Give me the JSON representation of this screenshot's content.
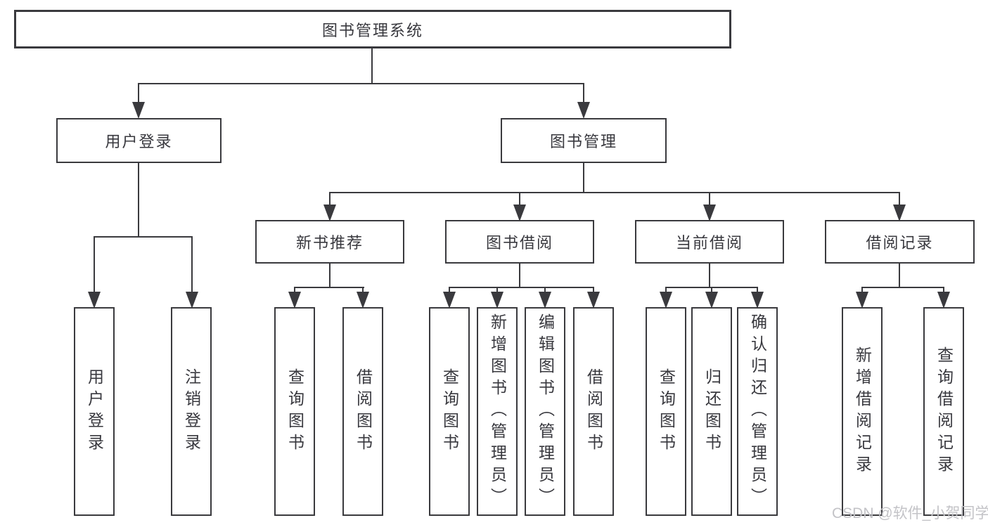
{
  "diagram": {
    "root": {
      "label": "图书管理系统"
    },
    "level2": [
      {
        "label": "用户登录"
      },
      {
        "label": "图书管理"
      }
    ],
    "level3": [
      {
        "label": "新书推荐"
      },
      {
        "label": "图书借阅"
      },
      {
        "label": "当前借阅"
      },
      {
        "label": "借阅记录"
      }
    ],
    "leaves": {
      "user_login": [
        "用户登录",
        "注销登录"
      ],
      "new_books": [
        "查询图书",
        "借阅图书"
      ],
      "book_borrow": [
        "查询图书",
        "新增图书（管理员）",
        "编辑图书（管理员）",
        "借阅图书"
      ],
      "current_borrow": [
        "查询图书",
        "归还图书",
        "确认归还（管理员）"
      ],
      "borrow_records": [
        "新增借阅记录",
        "查询借阅记录"
      ]
    },
    "line_color": "#3a3a3e"
  },
  "watermark": "CSDN @软件_小贺同学"
}
